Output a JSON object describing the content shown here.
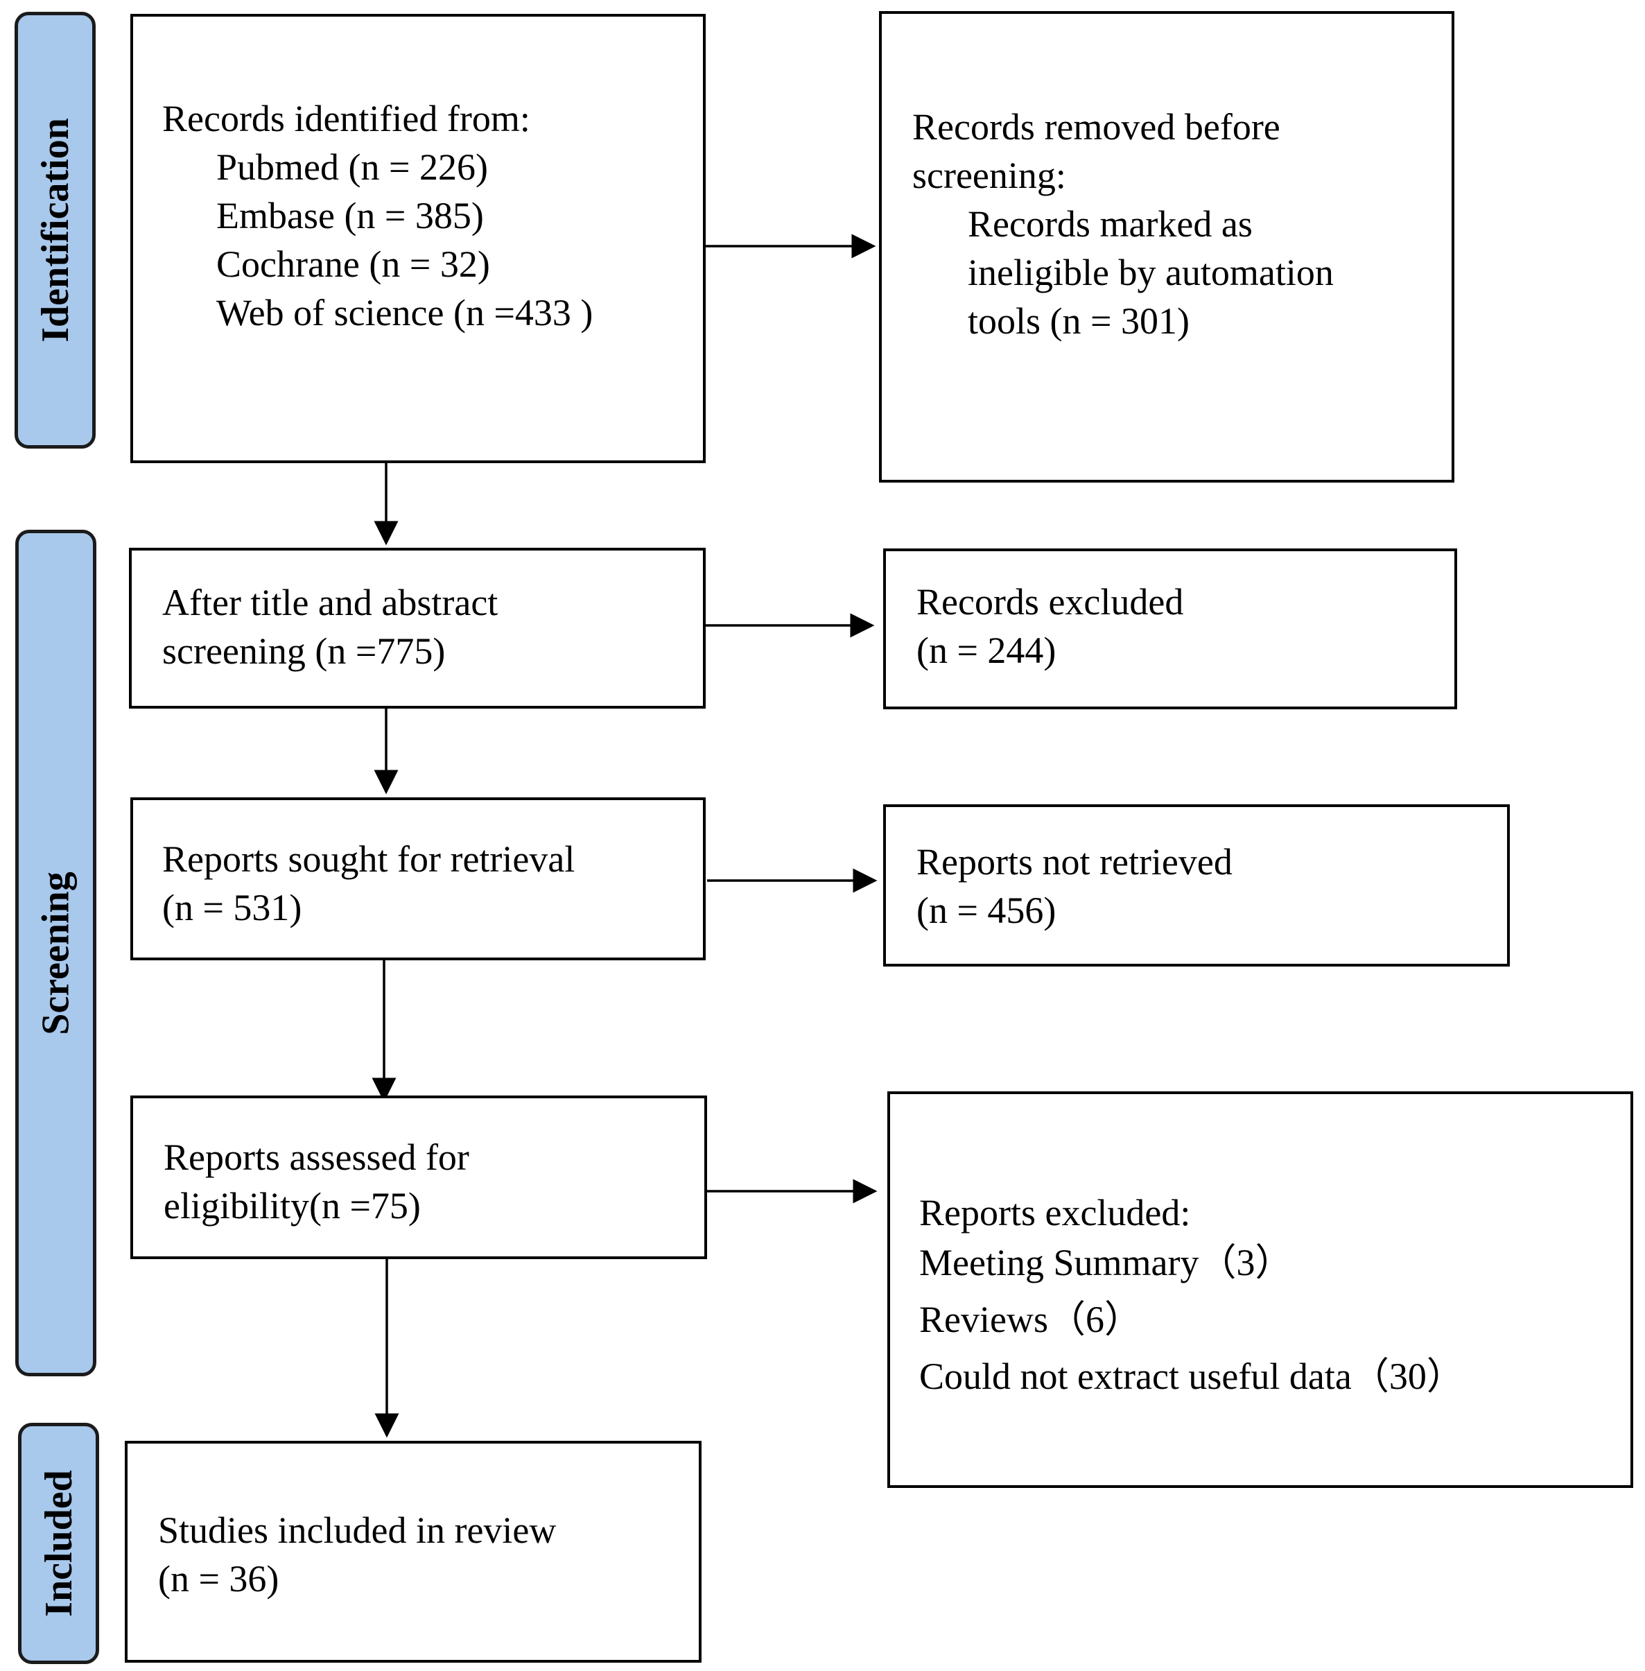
{
  "colors": {
    "phase_fill": "#a8c8ec",
    "border": "#000000",
    "background": "#ffffff"
  },
  "phases": {
    "identification": "Identification",
    "screening": "Screening",
    "included": "Included"
  },
  "boxes": {
    "records_identified": {
      "heading": "Records identified from:",
      "sources": [
        "Pubmed (n = 226)",
        "Embase (n = 385)",
        "Cochrane (n = 32)",
        "Web of science (n =433 )"
      ]
    },
    "records_removed": {
      "heading_line1": "Records removed before",
      "heading_line2": "screening:",
      "detail_line1": "Records marked as",
      "detail_line2": "ineligible by automation",
      "detail_line3": "tools (n = 301)"
    },
    "after_screening": {
      "line1": "After title and abstract",
      "line2": "screening (n =775)"
    },
    "records_excluded": {
      "line1": "Records excluded",
      "line2": "(n = 244)"
    },
    "reports_sought": {
      "line1": "Reports sought for retrieval",
      "line2": "(n = 531)"
    },
    "reports_not_retrieved": {
      "line1": "Reports not retrieved",
      "line2": "(n = 456)"
    },
    "reports_assessed": {
      "line1": "Reports assessed for",
      "line2": "eligibility(n =75)"
    },
    "reports_excluded": {
      "heading": "Reports excluded:",
      "reasons": [
        "Meeting Summary（3）",
        "Reviews（6）",
        "Could not extract useful data（30）"
      ]
    },
    "studies_included": {
      "line1": "Studies included in review",
      "line2": "(n = 36)"
    }
  }
}
